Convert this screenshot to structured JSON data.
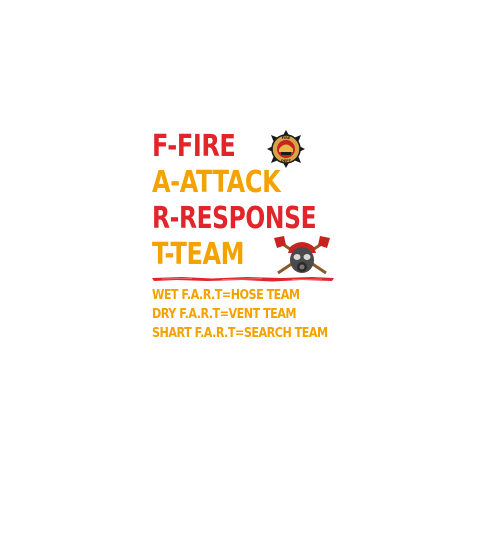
{
  "lines": {
    "fire": {
      "letter": "F",
      "word": "FIRE"
    },
    "attack": {
      "letter": "A",
      "word": "ATTACK"
    },
    "response": {
      "letter": "R",
      "word": "RESPONSE"
    },
    "team": {
      "letter": "T",
      "word": "TEAM"
    }
  },
  "separator": "-",
  "teams": {
    "wet": "WET F.A.R.T=HOSE TEAM",
    "dry": "DRY F.A.R.T=VENT TEAM",
    "shart": "SHART F.A.R.T=SEARCH TEAM"
  },
  "badge_text": {
    "top": "FIRE",
    "bottom": "DEPT"
  },
  "icons": {
    "badge": "firefighter-maltese-cross-badge-icon",
    "mask": "firefighter-gas-mask-crossed-axes-icon",
    "stripe": "red-brush-stripe"
  },
  "colors": {
    "red": "#e0262b",
    "gold": "#f4a200",
    "background": "#ffffff"
  }
}
